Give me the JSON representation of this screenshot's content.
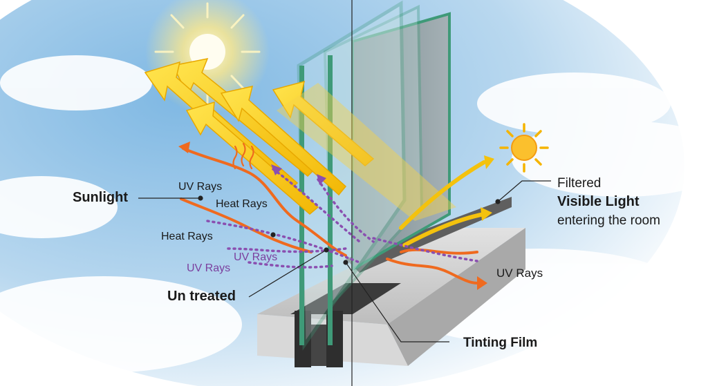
{
  "labels": {
    "sunlight": "Sunlight",
    "uv_rays_top": "UV Rays",
    "heat_rays_top": "Heat Rays",
    "heat_rays_left": "Heat Rays",
    "uv_rays_purple_1": "UV Rays",
    "uv_rays_purple_2": "UV Rays",
    "untreated": "Un treated",
    "filtered": "Filtered",
    "visible_light": "Visible Light",
    "entering_room": "entering the room",
    "uv_rays_right": "UV Rays",
    "tinting_film": "Tinting Film"
  },
  "colors": {
    "sky": "#bcd9ee",
    "glass_edge": "#3f9a78",
    "tinted_glass": "#8f9ea3",
    "sun_rays": "#f4c20d",
    "heat_rays": "#ef6a1f",
    "uv_rays": "#8a4fb0",
    "frame": "#c9c9c9",
    "label_text": "#1a1a1a"
  },
  "icons": [
    "sun-icon",
    "small-sun-icon",
    "heat-wave-icon"
  ]
}
